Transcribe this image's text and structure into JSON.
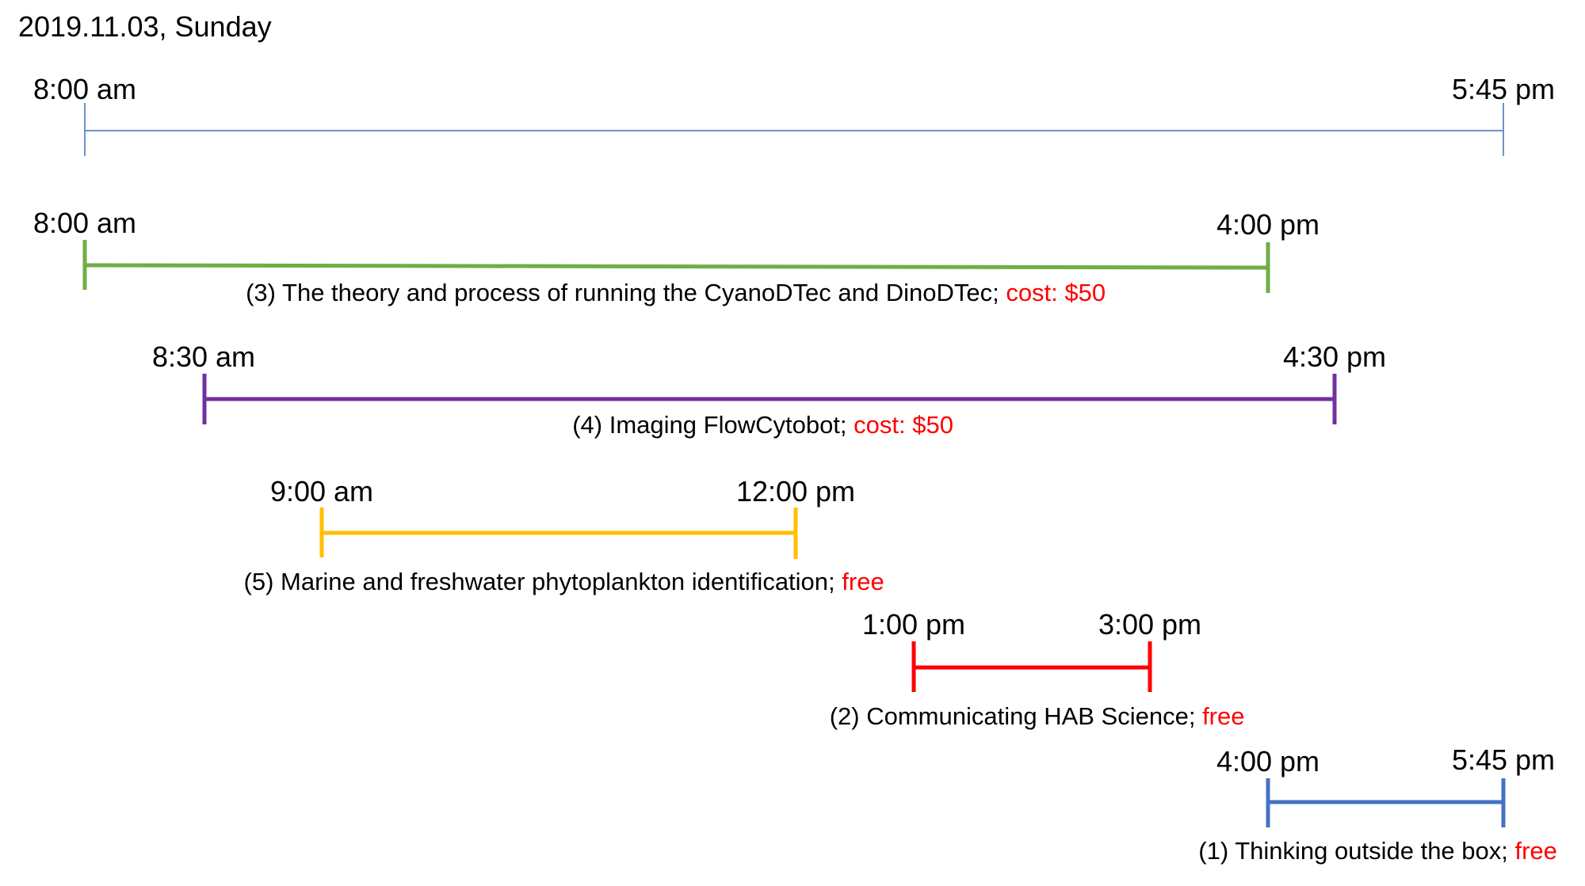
{
  "date_label": "2019.11.03, Sunday",
  "overall": {
    "start_label": "8:00 am",
    "end_label": "5:45 pm",
    "color": "#6e93c6"
  },
  "sessions": [
    {
      "start_label": "8:00 am",
      "end_label": "4:00 pm",
      "title": "(3) The theory and process of running the CyanoDTec and DinoDTec; ",
      "cost": "cost: $50",
      "color": "#70ad47"
    },
    {
      "start_label": "8:30 am",
      "end_label": "4:30 pm",
      "title": "(4) Imaging FlowCytobot; ",
      "cost": "cost: $50",
      "color": "#7030a0"
    },
    {
      "start_label": "9:00 am",
      "end_label": "12:00 pm",
      "title": "(5) Marine and freshwater phytoplankton identification; ",
      "cost": "free",
      "color": "#ffc000"
    },
    {
      "start_label": "1:00 pm",
      "end_label": "3:00 pm",
      "title": "(2) Communicating HAB Science; ",
      "cost": "free",
      "color": "#ff0000"
    },
    {
      "start_label": "4:00 pm",
      "end_label": "5:45 pm",
      "title": "(1) Thinking outside the box; ",
      "cost": "free",
      "color": "#4472c4"
    }
  ],
  "cost_color": "#ff0000"
}
